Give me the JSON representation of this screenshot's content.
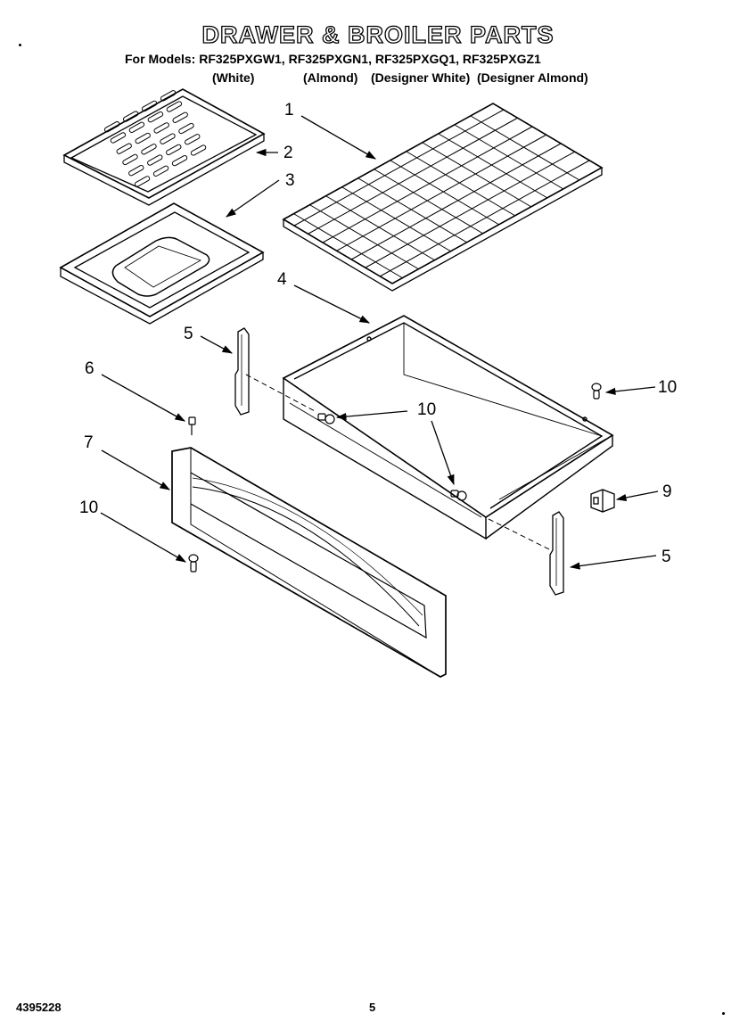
{
  "header": {
    "title": "DRAWER & BROILER PARTS",
    "models_line": "For Models: RF325PXGW1, RF325PXGN1, RF325PXGQ1, RF325PXGZ1",
    "variants": [
      "(White)",
      "(Almond)",
      "(Designer White)",
      "(Designer Almond)"
    ]
  },
  "callouts": {
    "c1": "1",
    "c2": "2",
    "c3": "3",
    "c4": "4",
    "c5a": "5",
    "c5b": "5",
    "c6": "6",
    "c7": "7",
    "c9": "9",
    "c10a": "10",
    "c10b": "10",
    "c10c": "10"
  },
  "footer": {
    "doc_number": "4395228",
    "page_number": "5"
  }
}
